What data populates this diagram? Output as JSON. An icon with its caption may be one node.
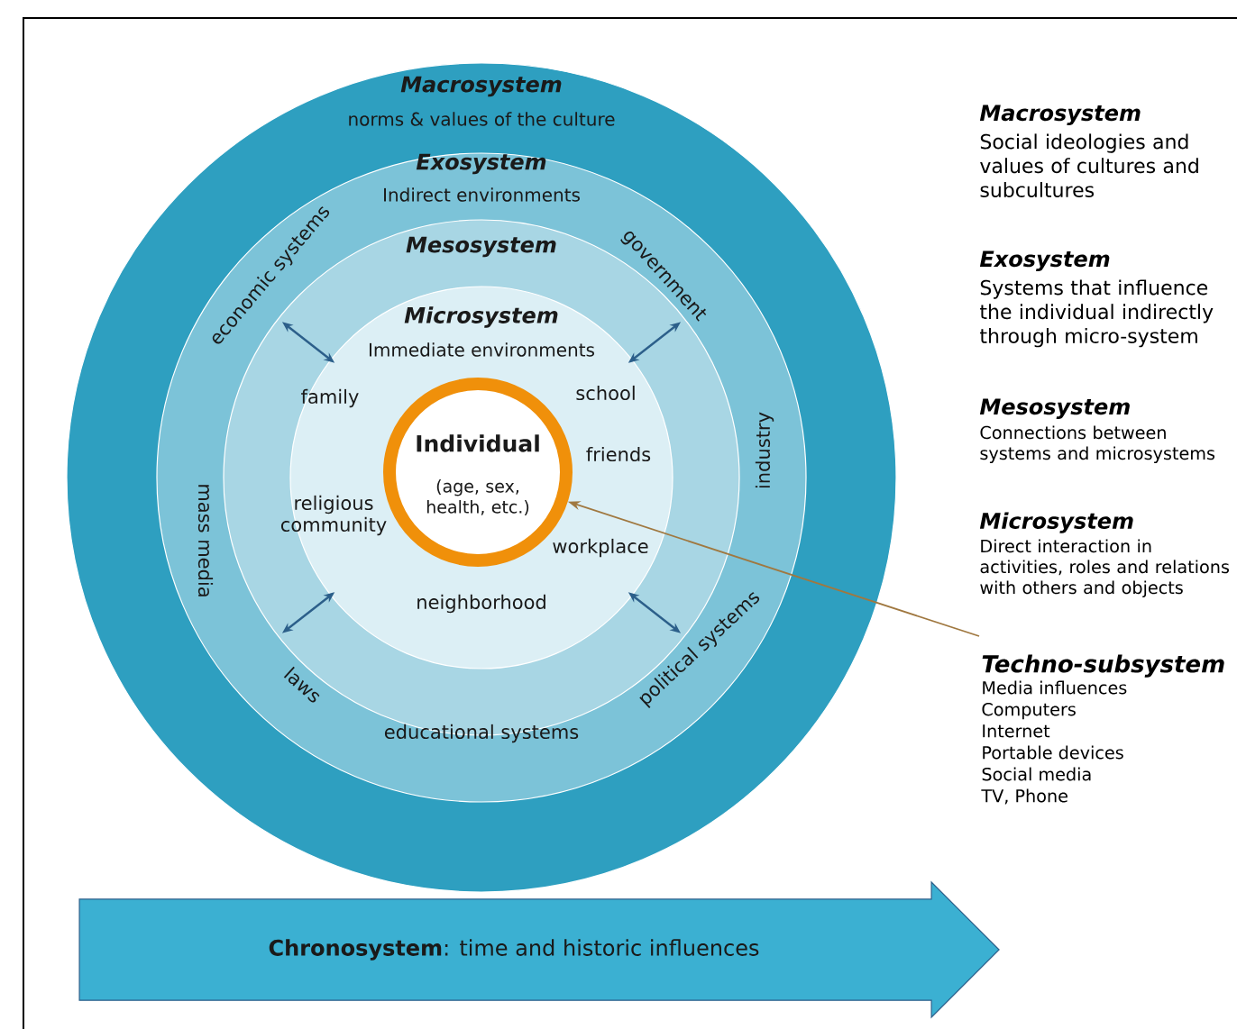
{
  "diagram": {
    "nodes": [
      {
        "text": [
          "Macrosystem",
          "norms & values of the culture"
        ]
      },
      {
        "text": [
          "Exosystem",
          "Indirect environments"
        ],
        "in": 0
      },
      {
        "text": [
          "Mesosystem"
        ],
        "in": 1
      },
      {
        "text": [
          "Microsystem",
          "Immediate environments"
        ],
        "in": 2
      },
      {
        "text": [
          "Individual",
          "(age, sex, health, etc.)"
        ],
        "in": 3
      },
      {
        "text": [
          "Techno-subsystem",
          "Media influences",
          "Computers",
          "Internet",
          "Portable devices",
          "Social media",
          "TV, Phone"
        ]
      },
      {
        "text": [
          "**Chronosystem**: time and historic influences"
        ]
      }
    ],
    "edges": [
      {
        "from": 2,
        "to": 3,
        "arrow": "both"
      },
      {
        "from": 2,
        "to": 3,
        "arrow": "both"
      },
      {
        "from": 2,
        "to": 3,
        "arrow": "both"
      },
      {
        "from": 2,
        "to": 3,
        "arrow": "both"
      },
      {
        "from": 5,
        "to": 4,
        "arrow": "to",
        "color": "#a07840"
      }
    ],
    "labels": [
      "economic systems",
      "government",
      "family",
      "school",
      "friends",
      "industry",
      "religious community",
      "mass media",
      "workplace",
      "neighborhood",
      "political systems",
      "laws",
      "educational systems",
      "Macrosystem",
      "Social ideologies and values of cultures and subcultures",
      "Exosystem",
      "Systems that influence the individual indirectly through micro-system",
      "Mesosystem",
      "Connections between systems and microsystems",
      "Microsystem",
      "Direct interaction in activities, roles and relations with others and objects"
    ]
  }
}
